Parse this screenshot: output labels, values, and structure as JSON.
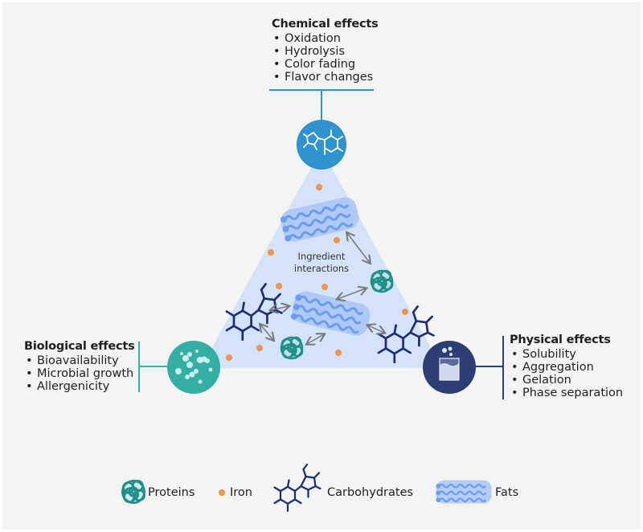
{
  "colors": {
    "background": "#f4f4f4",
    "triangle": "#d4e3fa",
    "chemical": "#2f93cf",
    "biological": "#35aea5",
    "physical": "#2c3e74",
    "iron": "#f0954a",
    "carbohydrate": "#1e2d78",
    "protein": "#1f8f8a",
    "fat": "#6e9cf0",
    "arrow": "#7a7a7a"
  },
  "chemical": {
    "title": "Chemical effects",
    "items": [
      "Oxidation",
      "Hydrolysis",
      "Color fading",
      "Flavor changes"
    ],
    "icon": "molecule-icon"
  },
  "biological": {
    "title": "Biological effects",
    "items": [
      "Bioavailability",
      "Microbial growth",
      "Allergenicity"
    ],
    "icon": "microbe-icon"
  },
  "physical": {
    "title": "Physical effects",
    "items": [
      "Solubility",
      "Aggregation",
      "Gelation",
      "Phase separation"
    ],
    "icon": "beaker-icon"
  },
  "center": {
    "label_line1": "Ingredient",
    "label_line2": "interactions"
  },
  "legend": [
    {
      "key": "proteins",
      "label": "Proteins",
      "icon": "protein-icon"
    },
    {
      "key": "iron",
      "label": "Iron",
      "icon": "iron-dot-icon"
    },
    {
      "key": "carbohydrates",
      "label": "Carbohydrates",
      "icon": "carbohydrate-icon"
    },
    {
      "key": "fats",
      "label": "Fats",
      "icon": "fat-icon"
    }
  ]
}
